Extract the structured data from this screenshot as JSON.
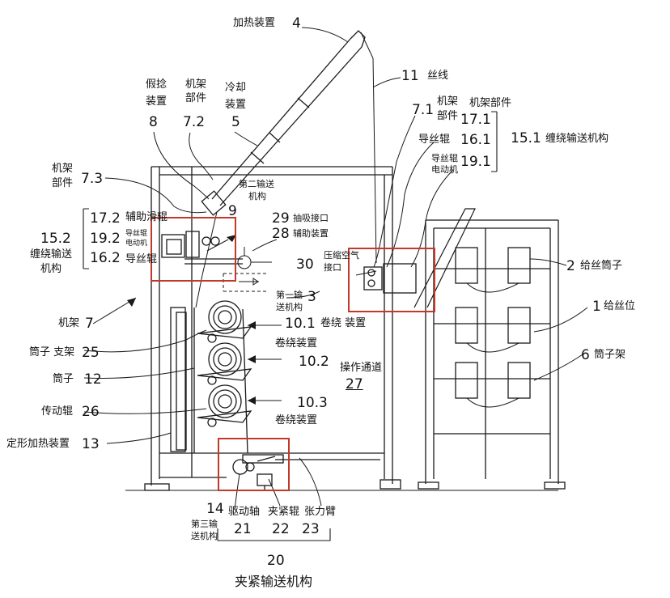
{
  "labels": {
    "heater": "加热装置",
    "n4": "4",
    "n11": "11",
    "yarn": "丝线",
    "false_twist": "假捻",
    "device_a": "装置",
    "frame_part_a": "机架",
    "part_a": "部件",
    "cooling": "冷却",
    "device_b": "装置",
    "n8": "8",
    "n7_2": "7.2",
    "n5": "5",
    "n7_1": "7.1",
    "frame_b": "机架",
    "part_b": "部件",
    "frame_part_b": "机架部件",
    "n17_1": "17.1",
    "guide_roller_a": "导丝辊",
    "n16_1": "16.1",
    "n15_1": "15.1",
    "winding_transport_a": "缠绕输送机构",
    "guide_motor_a1": "导丝辊",
    "guide_motor_a2": "电动机",
    "n19_1": "19.1",
    "frame_c": "机架",
    "part_c": "部件",
    "n7_3": "7.3",
    "second_transport_1": "第二输送",
    "second_transport_2": "机构",
    "n9": "9",
    "n17_2": "17.2",
    "aux_roller": "辅助滑辊",
    "n29": "29",
    "suction_port": "抽吸接口",
    "n28": "28",
    "aux_device": "辅助装置",
    "n15_2": "15.2",
    "n19_2": "19.2",
    "guide_motor_b1": "导丝辊",
    "guide_motor_b2": "电动机",
    "winding_transport_b1": "缠绕输送",
    "winding_transport_b2": "机构",
    "n16_2": "16.2",
    "guide_roller_b": "导丝辊",
    "n30": "30",
    "compressed_air_1": "压缩空气",
    "compressed_air_2": "接口",
    "first_transport_1": "第一输",
    "first_transport_2": "送机构",
    "n3": "3",
    "n2": "2",
    "supply_bobbin": "给丝筒子",
    "n1": "1",
    "supply_station": "给丝位",
    "frame_d": "机架",
    "n7": "7",
    "n10_1": "10.1",
    "winding_device_a": "卷绕 装置",
    "bobbin_holder": "筒子 支架",
    "n25": "25",
    "winding_device_b": "卷绕装置",
    "n10_2": "10.2",
    "operating_aisle": "操作通道",
    "n27": "27",
    "n6": "6",
    "bobbin_creel": "筒子架",
    "bobbin": "筒子",
    "n12": "12",
    "drive_roller": "传动辊",
    "n26": "26",
    "n10_3": "10.3",
    "winding_device_c": "卷绕装置",
    "setting_heater": "定形加热装置",
    "n13": "13",
    "n14": "14",
    "drive_shaft": "驱动轴",
    "nip_roller": "夹紧辊",
    "tension_arm": "张力臂",
    "third_transport_1": "第三输",
    "third_transport_2": "送机构",
    "n21": "21",
    "n22": "22",
    "n23": "23",
    "n20": "20",
    "nip_transport": "夹紧输送机构"
  },
  "colors": {
    "line": "#1a1a1a",
    "highlight": "#c0392b",
    "background": "#ffffff"
  }
}
